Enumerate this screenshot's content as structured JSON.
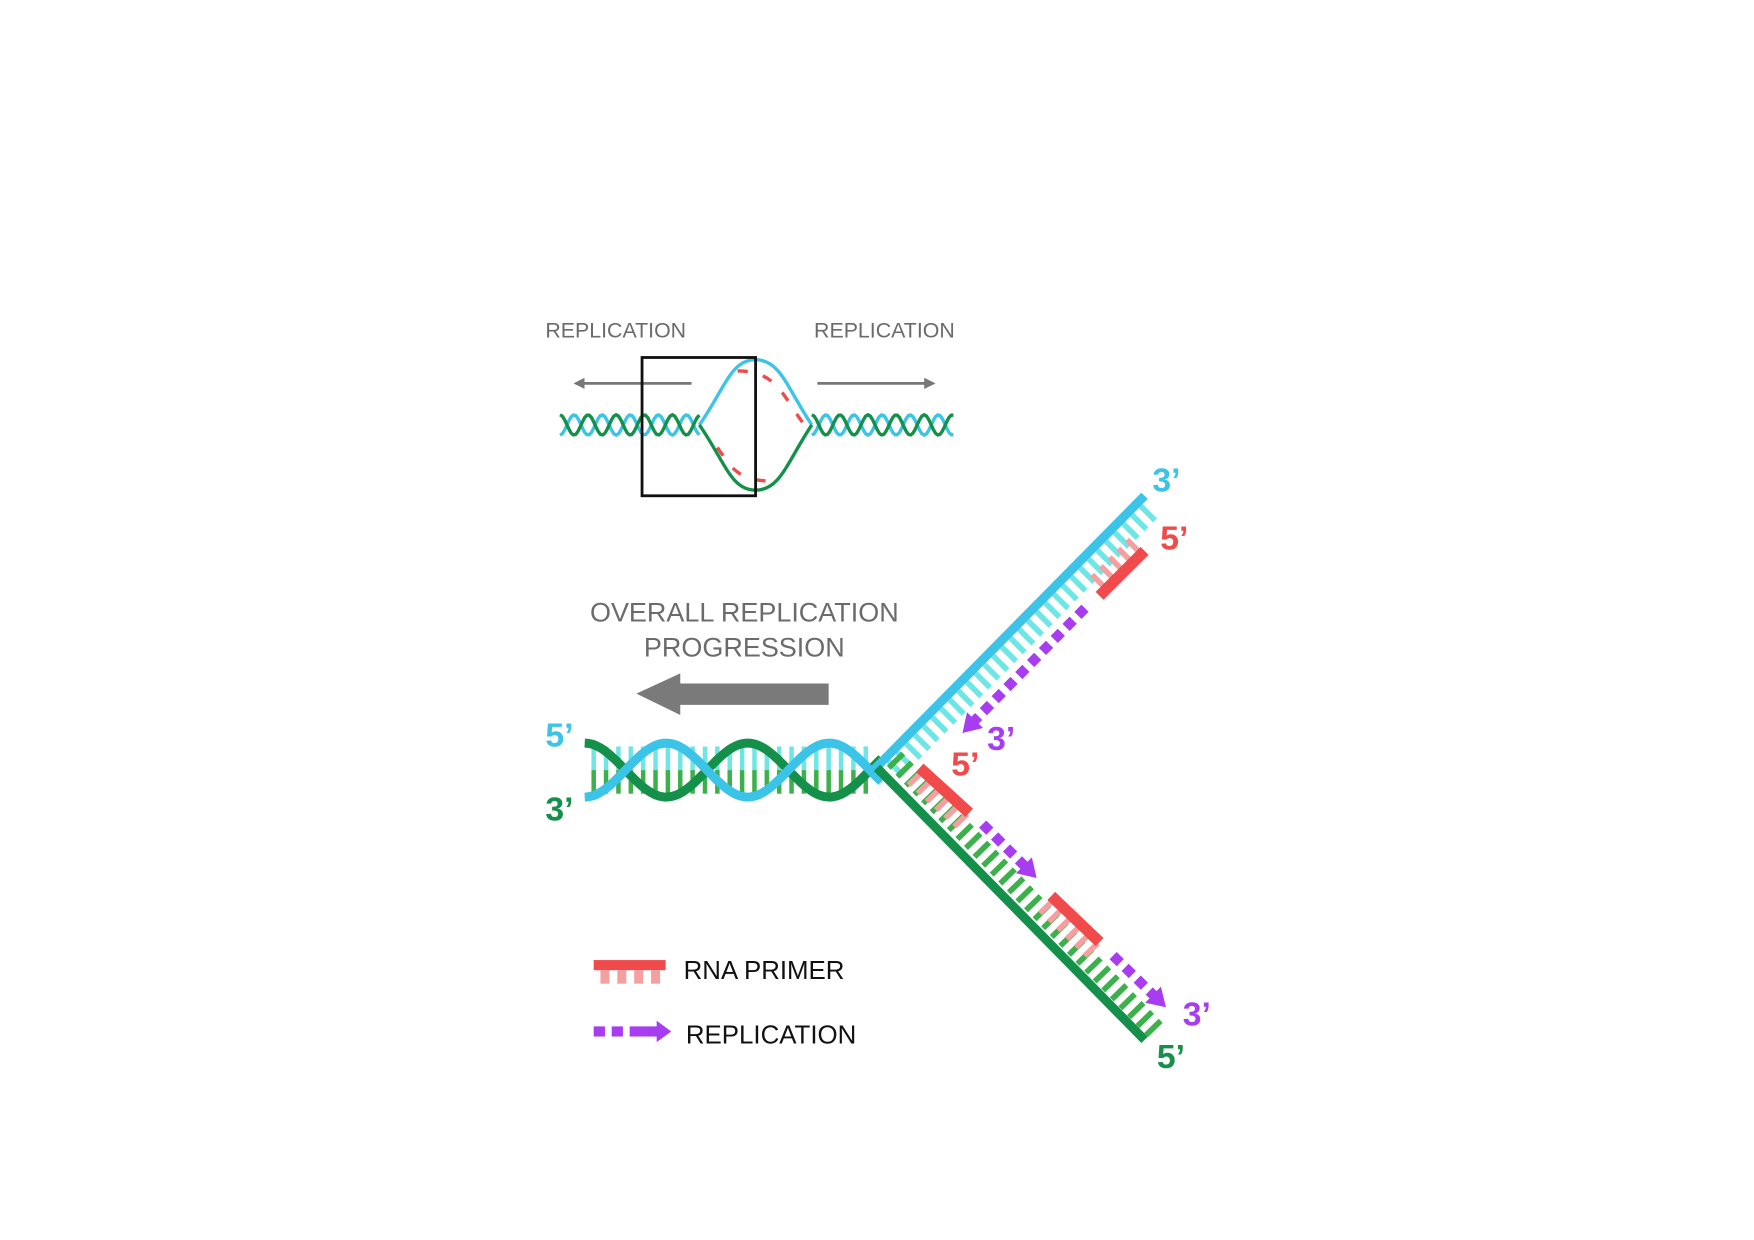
{
  "overview": {
    "left_label": "REPLICATION",
    "right_label": "REPLICATION"
  },
  "main": {
    "progression_line1": "OVERALL REPLICATION",
    "progression_line2": "PROGRESSION",
    "end_labels": {
      "top_arm_3": "3’",
      "top_arm_primer_5": "5’",
      "top_arm_new_3": "3’",
      "lower_primer_5": "5’",
      "helix_left_5": "5’",
      "helix_left_3": "3’",
      "bottom_arm_new_3": "3’",
      "bottom_arm_5": "5’"
    }
  },
  "legend": {
    "primer_label": "RNA PRIMER",
    "replication_label": "REPLICATION"
  },
  "colors": {
    "leading_strand": "#3cc4e8",
    "lagging_strand": "#15904a",
    "primer": "#f04a4a",
    "replication": "#a83cf0",
    "text_gray": "#6b6b6b"
  }
}
